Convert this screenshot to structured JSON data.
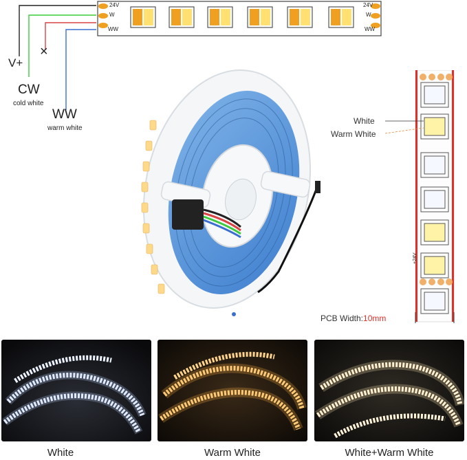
{
  "wiring": {
    "vplus": "V+",
    "cw": "CW",
    "cw_sub": "cold white",
    "ww": "WW",
    "ww_sub": "warm white",
    "x_mark": "×",
    "strip_labels_left": [
      "24V",
      "W",
      "WW"
    ],
    "strip_labels_right": [
      "24V",
      "W",
      "WW"
    ]
  },
  "chip_labels": {
    "white": "White",
    "warm_white": "Warm White"
  },
  "pcb": {
    "prefix": "PCB Width:",
    "value": "10mm"
  },
  "strip_marks": {
    "voltage": "+24V"
  },
  "photos": [
    {
      "caption": "White"
    },
    {
      "caption": "Warm White"
    },
    {
      "caption": "White+Warm White"
    }
  ],
  "colors": {
    "wire_black": "#222222",
    "wire_green": "#3ccc3c",
    "wire_red": "#d94444",
    "wire_blue": "#3a6fd0",
    "chip_orange": "#f0a020",
    "chip_yellow": "#ffe070",
    "pcb_red": "#e0302a"
  }
}
